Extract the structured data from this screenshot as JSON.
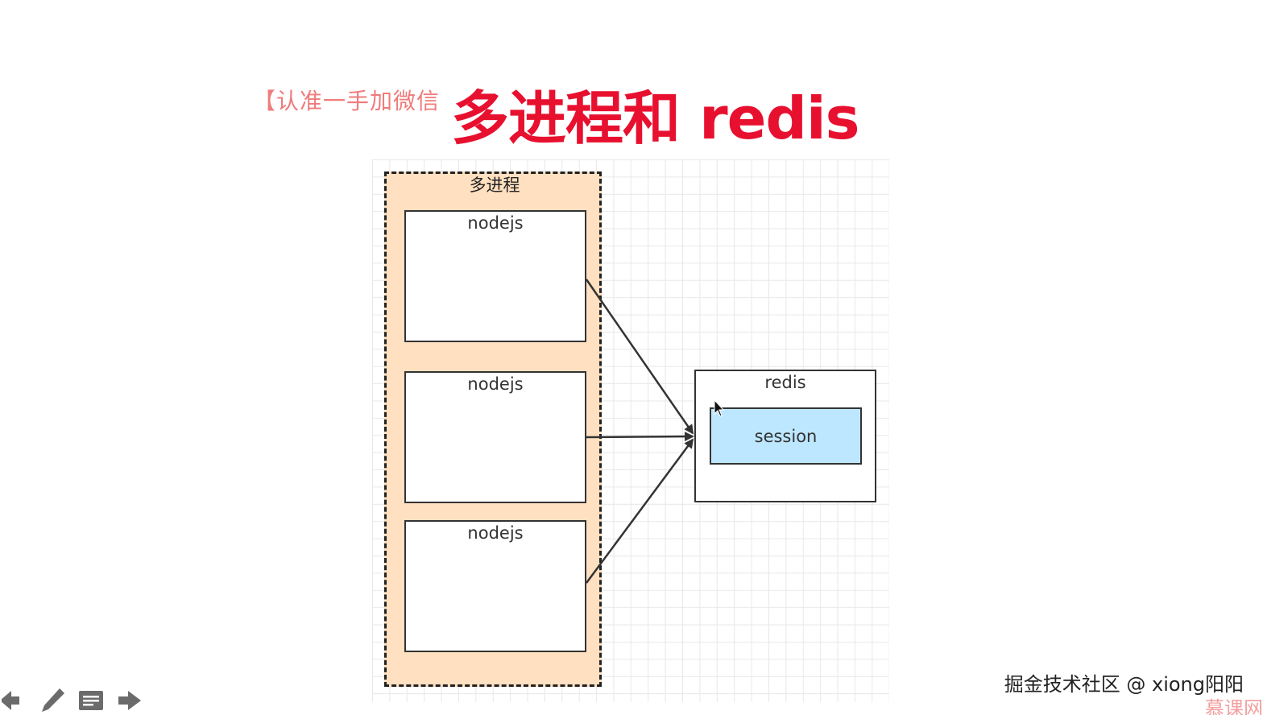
{
  "slide": {
    "watermark": "【认准一手加微信",
    "title": "多进程和 redis"
  },
  "diagram": {
    "group_label": "多进程",
    "processes": [
      {
        "label": "nodejs"
      },
      {
        "label": "nodejs"
      },
      {
        "label": "nodejs"
      }
    ],
    "redis": {
      "label": "redis",
      "session_label": "session"
    }
  },
  "footer": {
    "credit": "掘金技术社区 @ xiong阳阳",
    "brand": "慕课网"
  },
  "colors": {
    "title": "#e8102f",
    "watermark": "#f07b7b",
    "group_fill": "#ffe0c0",
    "session_fill": "#bde7ff"
  },
  "toolbar": {
    "icons": [
      "arrow-left-icon",
      "pen-icon",
      "notes-icon",
      "arrow-right-icon"
    ]
  }
}
